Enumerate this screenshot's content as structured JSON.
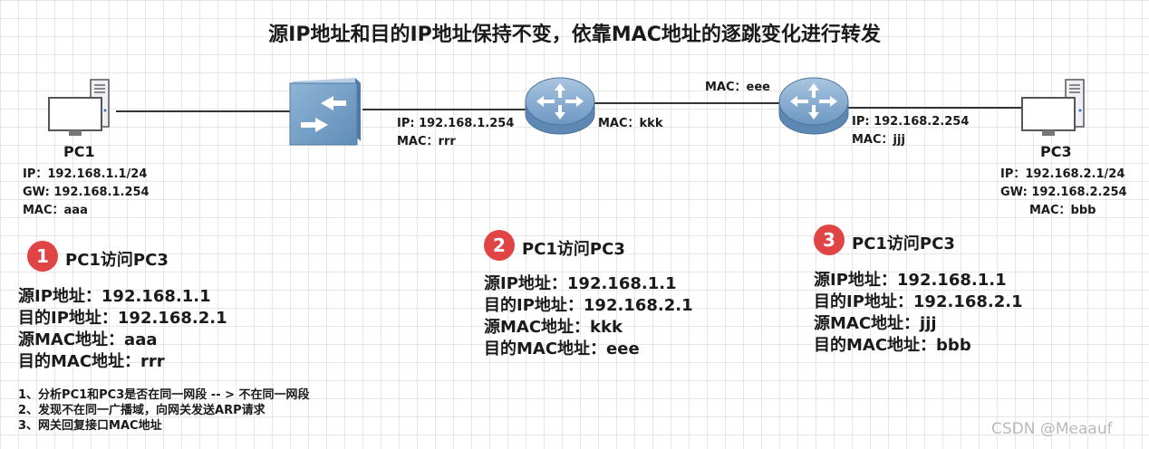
{
  "title": "源IP地址和目的IP地址保持不变，依靠MAC地址的逐跳变化进行转发",
  "pc1": {
    "name": "PC1",
    "ip": "IP：192.168.1.1/24",
    "gw": "GW: 192.168.1.254",
    "mac": "MAC：aaa"
  },
  "pc3": {
    "name": "PC3",
    "ip": "IP：192.168.2.1/24",
    "gw": "GW: 192.168.2.254",
    "mac": "MAC：bbb"
  },
  "router1": {
    "ip": "IP: 192.168.1.254",
    "mac_left": "MAC：rrr",
    "mac_right": "MAC：kkk"
  },
  "router2": {
    "mac_left": "MAC：eee",
    "ip": "IP: 192.168.2.254",
    "mac_right": "MAC：jjj"
  },
  "steps": [
    {
      "num": "1",
      "title": "PC1访问PC3",
      "src_ip": "源IP地址：192.168.1.1",
      "dst_ip": "目的IP地址：192.168.2.1",
      "src_mac": "源MAC地址：aaa",
      "dst_mac": "目的MAC地址：rrr"
    },
    {
      "num": "2",
      "title": "PC1访问PC3",
      "src_ip": "源IP地址：192.168.1.1",
      "dst_ip": "目的IP地址：192.168.2.1",
      "src_mac": "源MAC地址：kkk",
      "dst_mac": "目的MAC地址：eee"
    },
    {
      "num": "3",
      "title": "PC1访问PC3",
      "src_ip": "源IP地址：192.168.1.1",
      "dst_ip": "目的IP地址：192.168.2.1",
      "src_mac": "源MAC地址：jjj",
      "dst_mac": "目的MAC地址：bbb"
    }
  ],
  "notes": [
    "1、分析PC1和PC3是否在同一网段 -- > 不在同一网段",
    "2、发现不在同一广播域，向网关发送ARP请求",
    "3、网关回复接口MAC地址"
  ],
  "watermark": "CSDN @Meaauf"
}
